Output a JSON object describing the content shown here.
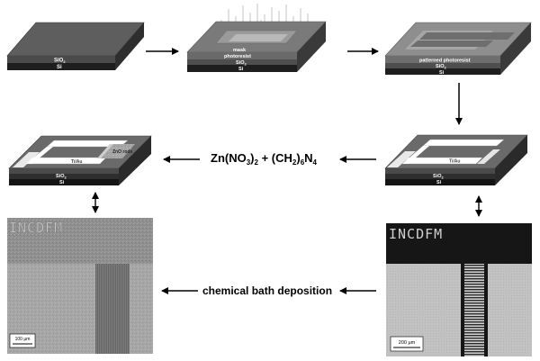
{
  "step1": {
    "layer_top": "SiO",
    "layer_top_sub": "2",
    "layer_bottom": "Si"
  },
  "step2": {
    "mask": "mask",
    "photoresist": "photoresist",
    "layer_top": "SiO",
    "layer_top_sub": "2",
    "layer_bottom": "Si"
  },
  "step3": {
    "patterned": "patterned photoresist",
    "layer_top": "SiO",
    "layer_top_sub": "2",
    "layer_bottom": "Si"
  },
  "step4": {
    "metal": "Ti/Au",
    "layer_top": "SiO",
    "layer_top_sub": "2",
    "layer_bottom": "Si"
  },
  "step5": {
    "zno": "ZnO rods",
    "metal": "Ti/Au",
    "layer_top": "SiO",
    "layer_top_sub": "2",
    "layer_bottom": "Si"
  },
  "equation": {
    "p1": "Zn(NO",
    "s1": "3",
    "p2": ")",
    "s2": "2",
    "p3": " + (CH",
    "s3": "2",
    "p4": ")",
    "s4": "6",
    "p5": "N",
    "s5": "4"
  },
  "process_label": "chemical bath deposition",
  "sem_left": {
    "watermark": "INCDFM",
    "scale_bar": "100 µm"
  },
  "sem_right": {
    "watermark": "INCDFM",
    "scale_bar": "200 µm"
  }
}
